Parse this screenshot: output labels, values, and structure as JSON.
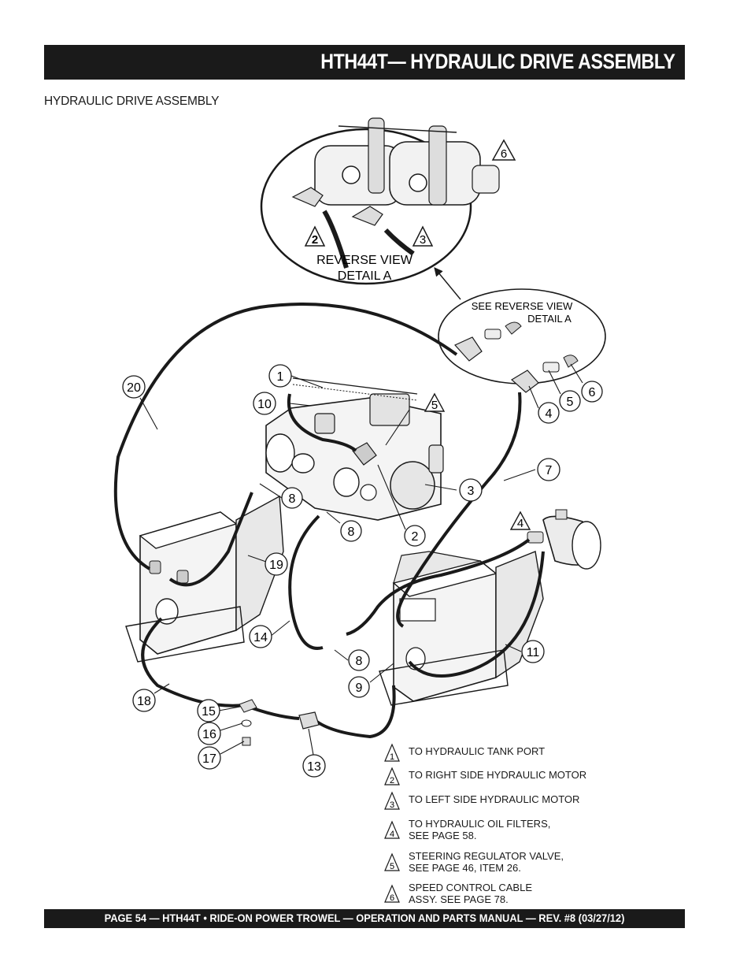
{
  "header": {
    "title": "HTH44T— HYDRAULIC DRIVE ASSEMBLY"
  },
  "subtitle": "HYDRAULIC DRIVE ASSEMBLY",
  "footer": {
    "text": "PAGE 54 — HTH44T • RIDE-ON POWER TROWEL —  OPERATION AND PARTS MANUAL — REV. #8 (03/27/12)"
  },
  "detail": {
    "reverse_view": [
      "REVERSE VIEW",
      "DETAIL A"
    ],
    "see_reverse_view": [
      "SEE REVERSE VIEW",
      "DETAIL A"
    ],
    "flags": [
      "2",
      "3",
      "6"
    ]
  },
  "callouts": [
    {
      "label": "1"
    },
    {
      "label": "10"
    },
    {
      "label": "20"
    },
    {
      "label": "4"
    },
    {
      "label": "5"
    },
    {
      "label": "6"
    },
    {
      "label": "7"
    },
    {
      "label": "3"
    },
    {
      "label": "8"
    },
    {
      "label": "8"
    },
    {
      "label": "2"
    },
    {
      "label": "19"
    },
    {
      "label": "14"
    },
    {
      "label": "8"
    },
    {
      "label": "9"
    },
    {
      "label": "11"
    },
    {
      "label": "18"
    },
    {
      "label": "15"
    },
    {
      "label": "16"
    },
    {
      "label": "17"
    },
    {
      "label": "13"
    }
  ],
  "triangle_flags": [
    {
      "label": "5"
    },
    {
      "label": "4"
    }
  ],
  "legend": [
    {
      "num": "1",
      "text": "TO HYDRAULIC TANK PORT"
    },
    {
      "num": "2",
      "text": "TO RIGHT SIDE HYDRAULIC MOTOR"
    },
    {
      "num": "3",
      "text": "TO LEFT SIDE HYDRAULIC MOTOR"
    },
    {
      "num": "4",
      "text": "TO HYDRAULIC OIL FILTERS,\nSEE PAGE 58."
    },
    {
      "num": "5",
      "text": "STEERING REGULATOR VALVE,\nSEE PAGE 46, ITEM 26."
    },
    {
      "num": "6",
      "text": "SPEED CONTROL CABLE\nASSY.  SEE PAGE 78."
    }
  ]
}
